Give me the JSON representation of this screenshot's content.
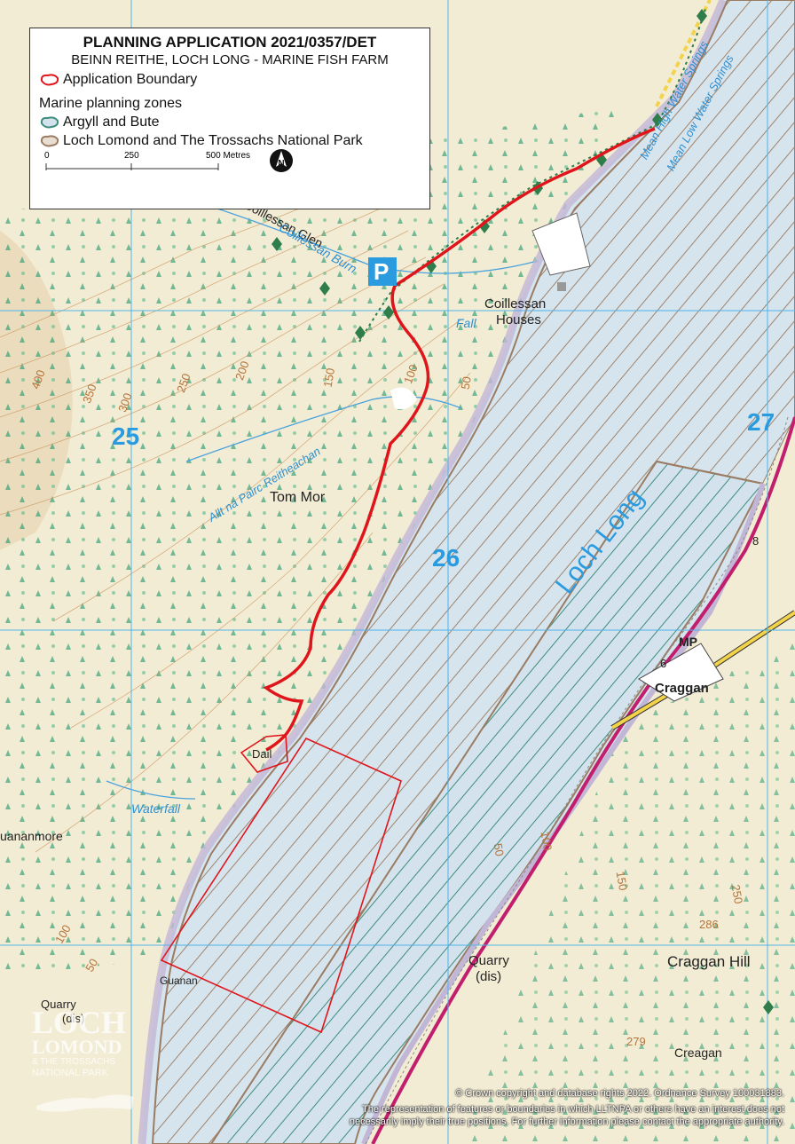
{
  "legend": {
    "title": "PLANNING APPLICATION 2021/0357/DET",
    "subtitle": "BEINN REITHE, LOCH LONG - MARINE FISH FARM",
    "application_boundary": "Application Boundary",
    "zones_heading": "Marine planning zones",
    "zone_argyll": "Argyll and Bute",
    "zone_lltnp": "Loch Lomond and The Trossachs National Park",
    "scale": {
      "zero": "0",
      "mid": "250",
      "end": "500 Metres"
    },
    "north_icon": "north-arrow-icon"
  },
  "colors": {
    "land": "#f3ecd4",
    "water": "#d6e4ee",
    "boundary": "#e0151b",
    "argyll": "#3d8d7c",
    "lltnp": "#9a7c63",
    "grid": "#4fb3ea"
  },
  "places": {
    "coillessan_glen": "Coillessan Glen",
    "coillessan_burn": "Coillessan Burn",
    "coillessan_houses_1": "Coillessan",
    "coillessan_houses_2": "Houses",
    "fall": "Fall",
    "tom_mor": "Tom Mor",
    "allt": "Allt na Pairc Reitheachan",
    "loch_long": "Loch Long",
    "dail": "Dail",
    "waterfall": "Waterfall",
    "guananmore": "uananmore",
    "guanan": "Guanan",
    "quarry_left_1": "Quarry",
    "quarry_left_2": "(dis)",
    "quarry_right_1": "Quarry",
    "quarry_right_2": "(dis)",
    "craggan": "Craggan",
    "craggan_hill": "Craggan Hill",
    "craggan_lower": "Creagan",
    "mp": "MP",
    "mean_high": "Mean High Water Springs",
    "mean_low": "Mean Low Water Springs",
    "parking": "P"
  },
  "grid_labels": {
    "g25": "25",
    "g26": "26",
    "g27": "27"
  },
  "contours": {
    "c400": "400",
    "c350": "350",
    "c300": "300",
    "c250": "250",
    "c200": "200",
    "c150": "150",
    "c100": "100",
    "c50": "50",
    "c286": "286",
    "c279": "279",
    "c6": "6",
    "c8": "8",
    "c100b": "100",
    "c150b": "150",
    "c250b": "250",
    "c50b": "50",
    "c100c": "100",
    "c50c": "50"
  },
  "copyright": {
    "line1": "© Crown copyright and database rights 2022.  Ordnance Survey 100031883.",
    "line2": "The representation of features or boundaries in which LLTNPA or others have an interest does not",
    "line3": "necessarily imply their true positions. For further information please contact the appropriate authority."
  },
  "logo": {
    "line1": "LOCH",
    "line2": "LOMOND",
    "line3": "& THE TROSSACHS",
    "line4": "NATIONAL PARK"
  }
}
